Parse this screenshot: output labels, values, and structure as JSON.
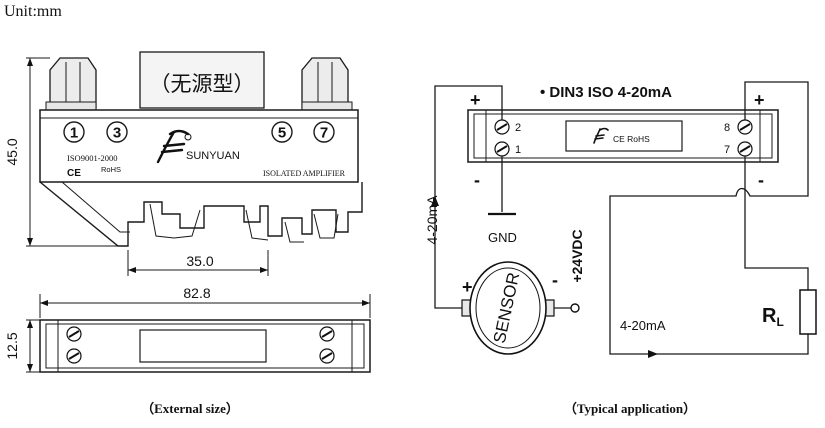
{
  "unit_label": "Unit:mm",
  "external": {
    "caption": "（External size）",
    "front_label": "（无源型）",
    "terminals": [
      "1",
      "3",
      "5",
      "7"
    ],
    "cert_iso": "ISO9001-2000",
    "cert_ce": "CE",
    "cert_rohs": "RoHS",
    "brand": "SUNYUAN",
    "product": "ISOLATED AMPLIFIER",
    "dim_height": "45.0",
    "dim_rail": "35.0",
    "dim_length": "82.8",
    "dim_width": "12.5"
  },
  "typical": {
    "caption": "（Typical application）",
    "title": "• DIN3 ISO 4-20mA",
    "left_terms": [
      "2",
      "1"
    ],
    "right_terms": [
      "8",
      "7"
    ],
    "label_cert": "CE RoHS",
    "plus_left": "+",
    "minus_left": "-",
    "plus_right": "+",
    "minus_right": "-",
    "gnd": "GND",
    "current_left": "4-20mA",
    "current_bottom": "4-20mA",
    "supply": "+24VDC",
    "sensor": "SENSOR",
    "sensor_plus": "+",
    "sensor_minus": "-",
    "load_main": "R",
    "load_sub": "L"
  }
}
